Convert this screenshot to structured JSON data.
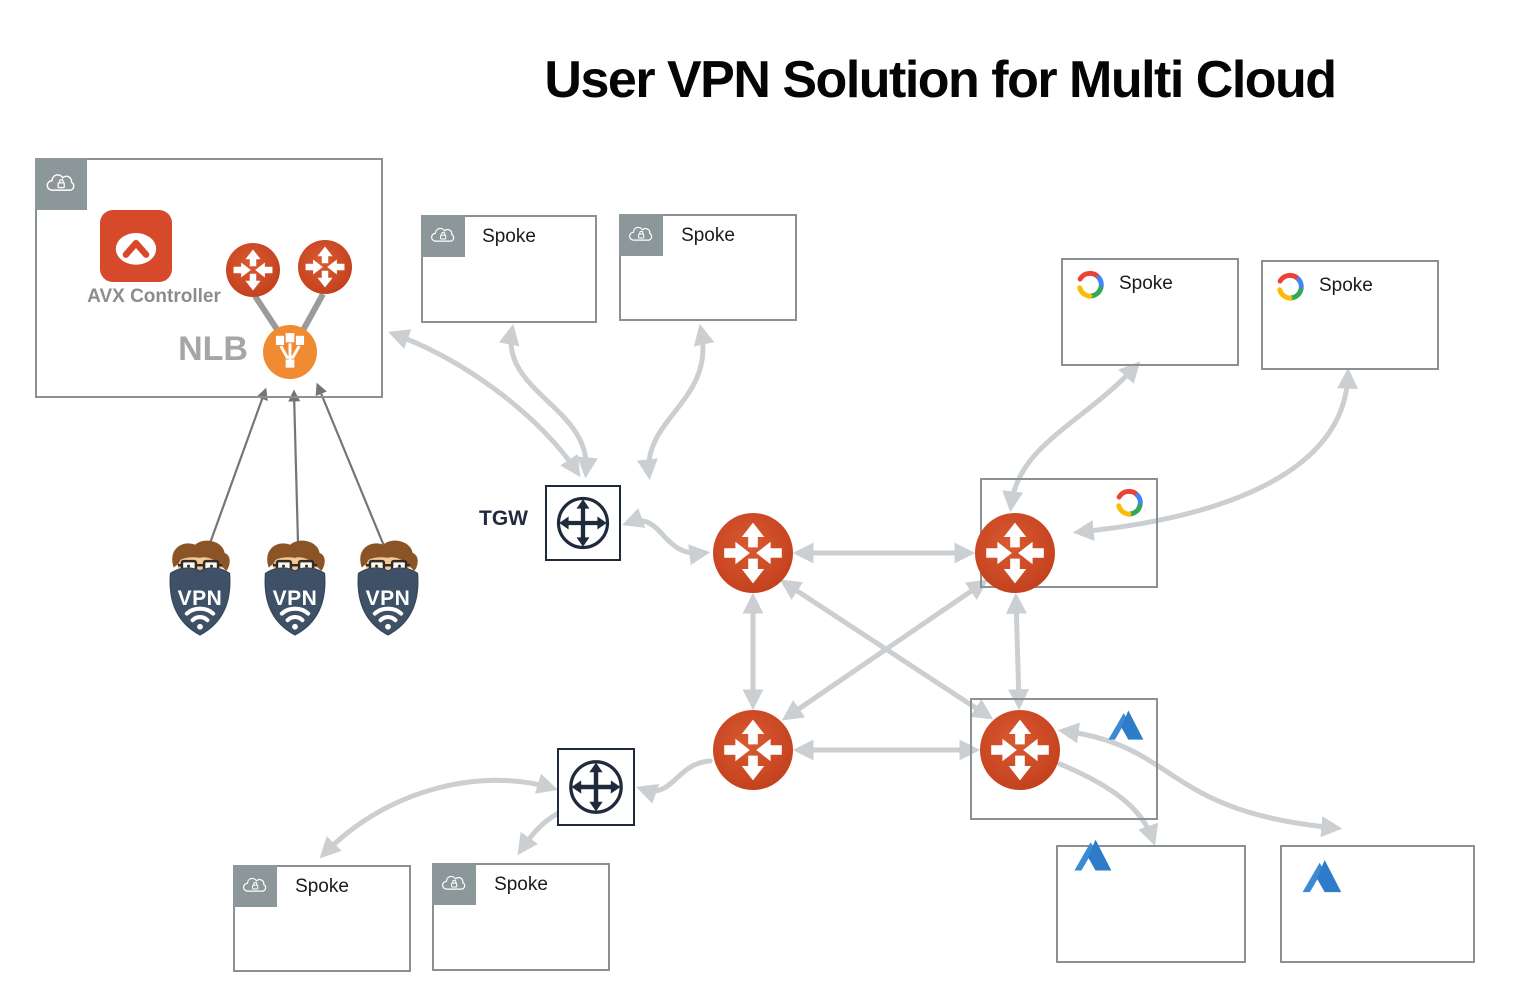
{
  "title": "User VPN Solution for Multi Cloud",
  "aws_transit": {
    "controller_label": "AVX Controller",
    "nlb_label": "NLB"
  },
  "tgw_label": "TGW",
  "vpn_users": [
    {
      "label": "VPN"
    },
    {
      "label": "VPN"
    },
    {
      "label": "VPN"
    }
  ],
  "spoke_boxes": {
    "aws_top": [
      {
        "label": "Spoke"
      },
      {
        "label": "Spoke"
      }
    ],
    "gcp": [
      {
        "label": "Spoke"
      },
      {
        "label": "Spoke"
      }
    ],
    "aws_bottom": [
      {
        "label": "Spoke"
      },
      {
        "label": "Spoke"
      }
    ]
  },
  "icons": {
    "aws_vpc_tab": "cloud-lock-icon",
    "controller": "avx-controller-icon",
    "gateway": "aviatrix-gateway-icon",
    "nlb": "network-load-balancer-icon",
    "tgw": "transit-gateway-icon",
    "gcp": "google-cloud-icon",
    "azure": "azure-icon",
    "vpn_user": "vpn-user-shield-icon"
  },
  "colors": {
    "gateway_orange": "#C9431F",
    "controller_orange": "#D6492B",
    "nlb_orange": "#F08B33",
    "arrow_gray": "#CBCFD2",
    "navy": "#1F2B3C",
    "box_border_gray": "#8A9194",
    "tab_gray": "#8C979A",
    "label_gray": "#8C8C8C",
    "azure_blue": "#2E7CC9",
    "shield_navy": "#3E5166"
  }
}
